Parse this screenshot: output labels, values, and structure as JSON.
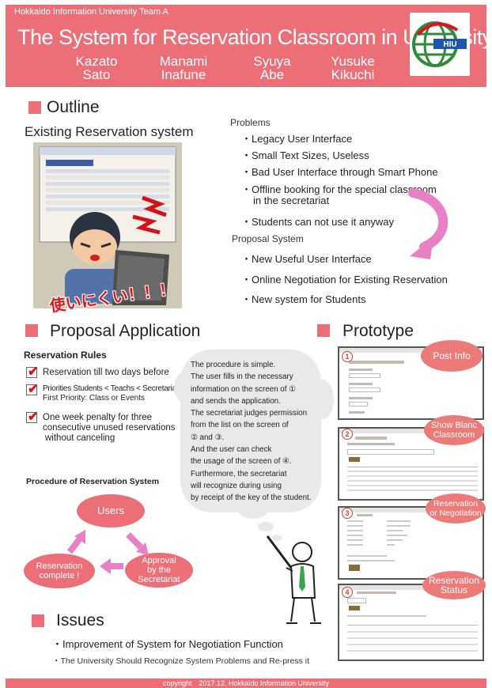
{
  "header": {
    "team": "Hokkaido Information University Team A",
    "title": "The System for Reservation Classroom in University",
    "authors": [
      {
        "first": "Kazato",
        "last": "Sato"
      },
      {
        "first": "Manami",
        "last": "Inafune"
      },
      {
        "first": "Syuya",
        "last": "Abe"
      },
      {
        "first": "Yusuke",
        "last": "Kikuchi"
      }
    ],
    "logo_text": "HIU"
  },
  "outline": {
    "heading": "Outline",
    "existing_title": "Existing Reservation system",
    "photo_caption": "使いにくい！！！",
    "problems_title": "Problems",
    "problems": [
      "・Legacy User Interface",
      "・Small Text Sizes, Useless",
      "・Bad User Interface through Smart Phone",
      "・Offline booking for the special classroom",
      "in the secretariat",
      "・Students can not use it anyway"
    ],
    "proposal_title": "Proposal System",
    "proposals": [
      "・New Useful User Interface",
      "・Online Negotiation for Existing Reservation",
      "・New system for Students"
    ]
  },
  "application": {
    "heading": "Proposal Application",
    "rules_title": "Reservation Rules",
    "rules": [
      {
        "line1": "Reservation till two days before"
      },
      {
        "line1": "Priorities   Students <  Teachs   < Secretariat",
        "line2": "First Priority: Class or Events"
      },
      {
        "line1": "One week penalty for three",
        "line2": "consecutive unused reservations",
        "line3": "without canceling"
      }
    ],
    "procedure_title": "Procedure of Reservation System",
    "nodes": {
      "users": "Users",
      "approval_1": "Approval",
      "approval_2": "by the Secretariat",
      "complete_1": "Reservation",
      "complete_2": "complete !"
    },
    "cloud_lines": [
      "The procedure is simple.",
      "The user fills in the necessary",
      "information on the screen of ①",
      "and sends the application.",
      "The secretariat judges permission",
      "from the list on the screen of",
      "② and ③.",
      "And the user can check",
      "the usage of the screen of ④.",
      "Furthermore, the secretariat",
      "will recognize during using",
      "by receipt of the key of the student."
    ]
  },
  "prototype": {
    "heading": "Prototype",
    "screens": [
      {
        "num": "1",
        "badge": [
          "Post Info"
        ]
      },
      {
        "num": "2",
        "badge": [
          "Show Blanc",
          "Classroom"
        ]
      },
      {
        "num": "3",
        "badge": [
          "Reservation",
          "or Negotiation"
        ]
      },
      {
        "num": "4",
        "badge": [
          "Reservation",
          "Status"
        ]
      }
    ]
  },
  "issues": {
    "heading": "Issues",
    "items": [
      "・Improvement of System for Negotiation Function",
      "・The University Should Recognize System Problems and Re-press it"
    ]
  },
  "footer": {
    "text": "copyright　2017.12. Hokkaido Information University"
  },
  "colors": {
    "accent": "#ec6f77",
    "arrow": "#e880c6"
  }
}
